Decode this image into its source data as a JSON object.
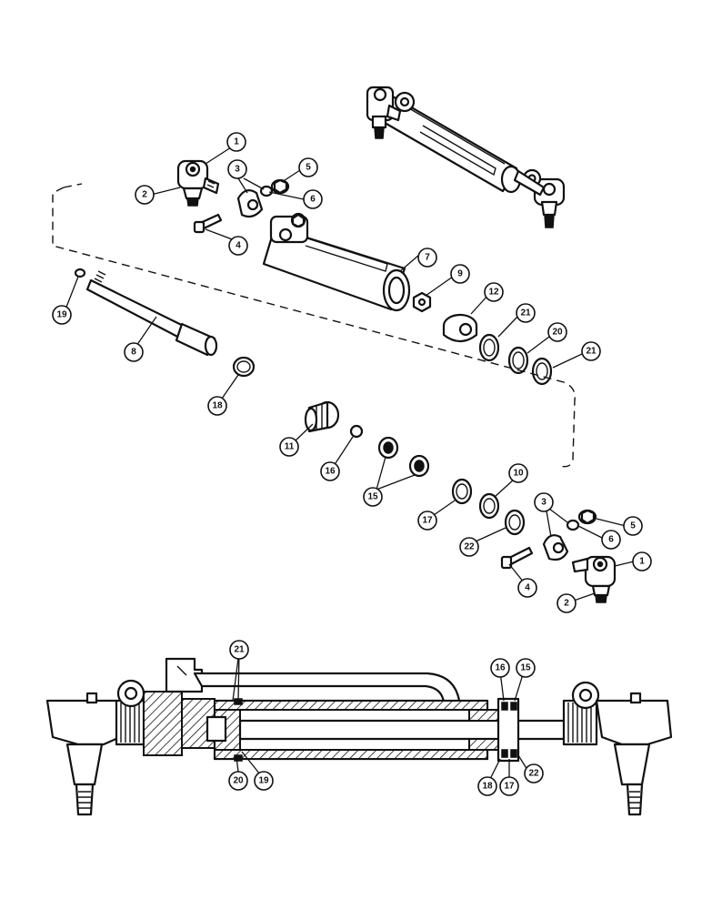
{
  "callouts": {
    "c1": "1",
    "c2": "2",
    "c3": "3",
    "c4": "4",
    "c5": "5",
    "c6": "6",
    "c7": "7",
    "c8": "8",
    "c9": "9",
    "c12": "12",
    "c19": "19",
    "c18": "18",
    "c21a": "21",
    "c20": "20",
    "c21b": "21",
    "c11": "11",
    "c16": "16",
    "c15": "15",
    "c17": "17",
    "c10": "10",
    "c22": "22",
    "c3b": "3",
    "c5b": "5",
    "c6b": "6",
    "c4b": "4",
    "c1b": "1",
    "c2b": "2",
    "s21": "21",
    "s20": "20",
    "s19": "19",
    "s16": "16",
    "s15": "15",
    "s18": "18",
    "s17": "17",
    "s22": "22"
  }
}
